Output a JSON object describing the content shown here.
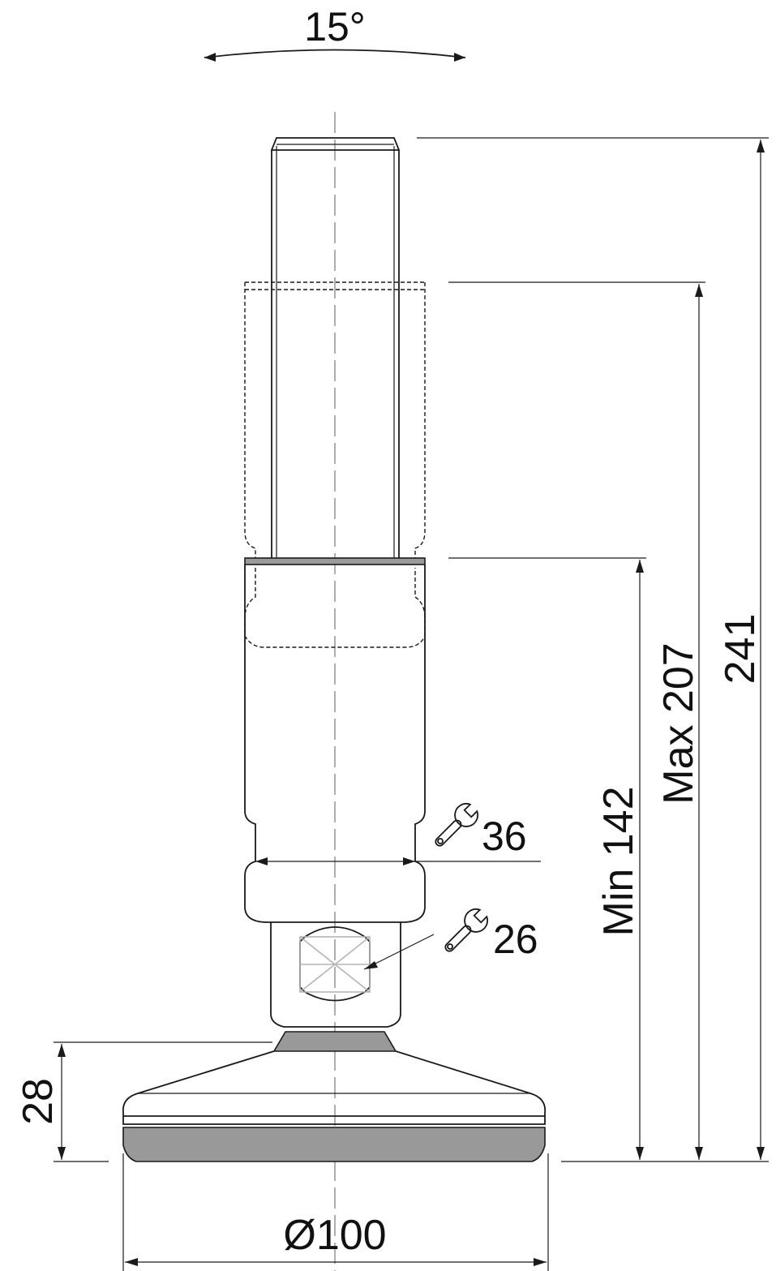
{
  "drawing": {
    "tilt_angle": "15°",
    "dim_total_height": "241",
    "dim_max_height": "Max 207",
    "dim_min_height": "Min 142",
    "dim_base_height": "28",
    "dim_base_diameter": "Ø100",
    "wrench_size_body": "36",
    "wrench_size_nut": "26",
    "icons": [
      "wrench-icon",
      "wrench-icon"
    ],
    "colors": {
      "line": "#1a1a1a",
      "fill_gray": "#999999",
      "centerline": "#9a9a9a"
    }
  }
}
